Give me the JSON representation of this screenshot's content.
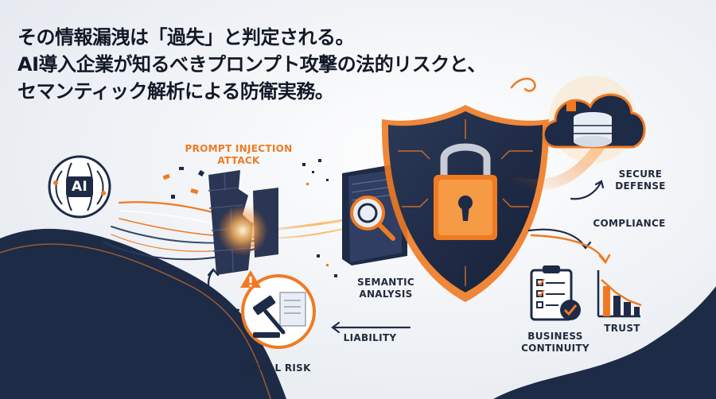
{
  "title": {
    "line1": "その情報漏洩は「過失」と判定される。",
    "line2": "AI導入企業が知るべきプロンプト攻撃の法的リスクと、",
    "line3": "セマンティック解析による防衛実務。"
  },
  "labels": {
    "attack_line1": "PROMPT INJECTION",
    "attack_line2": "ATTACK",
    "ai_badge": "AI",
    "semantic_line1": "SEMANTIC",
    "semantic_line2": "ANALYSIS",
    "secure_line1": "SECURE",
    "secure_line2": "DEFENSE",
    "compliance": "COMPLIANCE",
    "liability": "LIABILITY",
    "legal_risk": "LEGAL RISK",
    "business_line1": "BUSINESS",
    "business_line2": "CONTINUITY",
    "trust": "TRUST"
  },
  "colors": {
    "accent": "#f07a22",
    "navy": "#1e2b47",
    "text": "#111827"
  }
}
